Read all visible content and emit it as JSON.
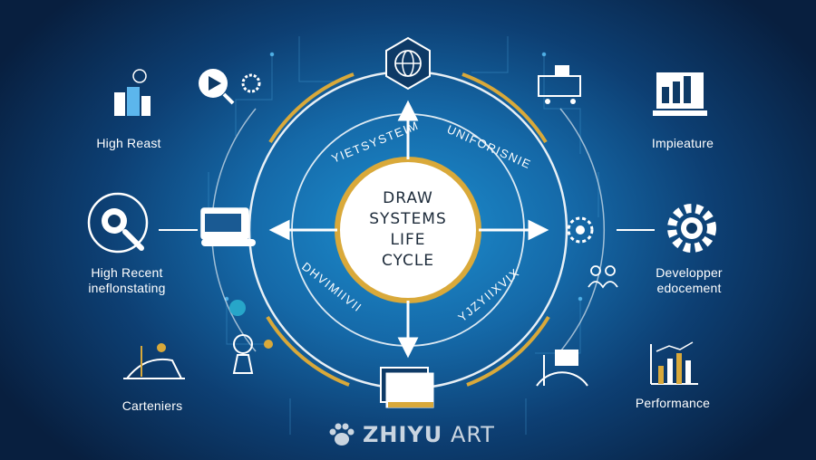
{
  "center": {
    "lines": [
      "DRAW",
      "SYSTEMS",
      "LIFE",
      "CYCLE"
    ]
  },
  "ring_text": {
    "top_left": "YIETSYSTEIM",
    "top_right": "UNIFORISNIE",
    "bottom_left": "DHVIMIIVII",
    "bottom_right": "YJZYIIXVIX"
  },
  "nodes": {
    "high_reast": {
      "label": "High Reast",
      "icon": "city-building-icon"
    },
    "high_recent": {
      "label_line1": "High Recent",
      "label_line2": "ineflonstating",
      "icon": "magnifier-gear-icon"
    },
    "carteniers": {
      "label": "Carteniers",
      "icon": "construction-site-icon"
    },
    "impieature": {
      "label": "Impieature",
      "icon": "monitor-chart-icon"
    },
    "developper": {
      "label_line1": "Developper",
      "label_line2": "edocement",
      "icon": "gear-icon"
    },
    "performance": {
      "label": "Performance",
      "icon": "bar-chart-icon"
    }
  },
  "watermark": {
    "brand": "ZHIYU",
    "suffix": "ART",
    "icon": "paw-icon"
  },
  "colors": {
    "accent_gold": "#d9a93a",
    "line_white": "#ffffff",
    "bg_dark": "#081f3f",
    "bg_light": "#1d8fd0"
  }
}
